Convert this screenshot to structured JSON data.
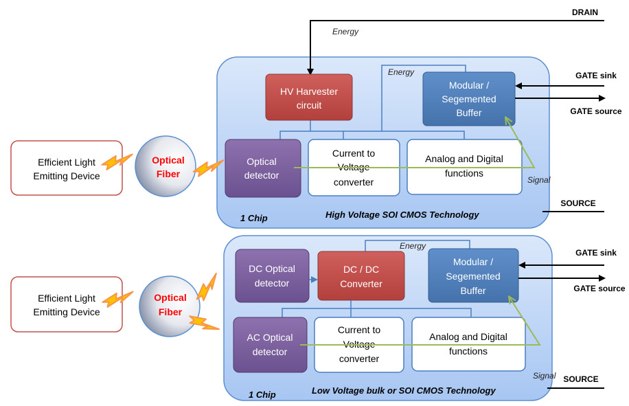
{
  "colors": {
    "chip_fill_top": "#dbe8fb",
    "chip_fill_bottom": "#a7c6f2",
    "chip_stroke": "#5b8fd0",
    "red_block": "#c0504d",
    "blue_block": "#4f81bd",
    "purple_block": "#8064a2",
    "white_block_stroke": "#4a7ebf",
    "led_stroke": "#c0504d",
    "signal_line": "#9bbb59",
    "optical_text": "#ff0000",
    "lightning_outer": "#f79646",
    "lightning_inner": "#ffc000"
  },
  "top_chip": {
    "hv_harvester": [
      "HV Harvester",
      "circuit"
    ],
    "buffer": [
      "Modular /",
      "Segemented",
      "Buffer"
    ],
    "optical_detector": [
      "Optical",
      "detector"
    ],
    "i2v": [
      "Current to",
      "Voltage",
      "converter"
    ],
    "analog_digital": [
      "Analog and Digital",
      "functions"
    ],
    "led": [
      "Efficient Light",
      "Emitting Device"
    ],
    "fiber": [
      "Optical",
      "Fiber"
    ],
    "drain": "DRAIN",
    "energy_outer": "Energy",
    "energy_inner": "Energy",
    "gate_sink": "GATE sink",
    "gate_source": "GATE source",
    "signal": "Signal",
    "source": "SOURCE",
    "one_chip": "1 Chip",
    "technology": "High Voltage SOI CMOS Technology"
  },
  "bottom_chip": {
    "dc_detector": [
      "DC Optical",
      "detector"
    ],
    "dcdc": [
      "DC / DC",
      "Converter"
    ],
    "buffer": [
      "Modular /",
      "Segemented",
      "Buffer"
    ],
    "ac_detector": [
      "AC Optical",
      "detector"
    ],
    "i2v": [
      "Current to",
      "Voltage",
      "converter"
    ],
    "analog_digital": [
      "Analog and Digital",
      "functions"
    ],
    "led": [
      "Efficient Light",
      "Emitting Device"
    ],
    "fiber": [
      "Optical",
      "Fiber"
    ],
    "energy": "Energy",
    "gate_sink": "GATE sink",
    "gate_source": "GATE source",
    "signal": "Signal",
    "source": "SOURCE",
    "one_chip": "1 Chip",
    "technology": "Low Voltage bulk or SOI CMOS Technology"
  }
}
